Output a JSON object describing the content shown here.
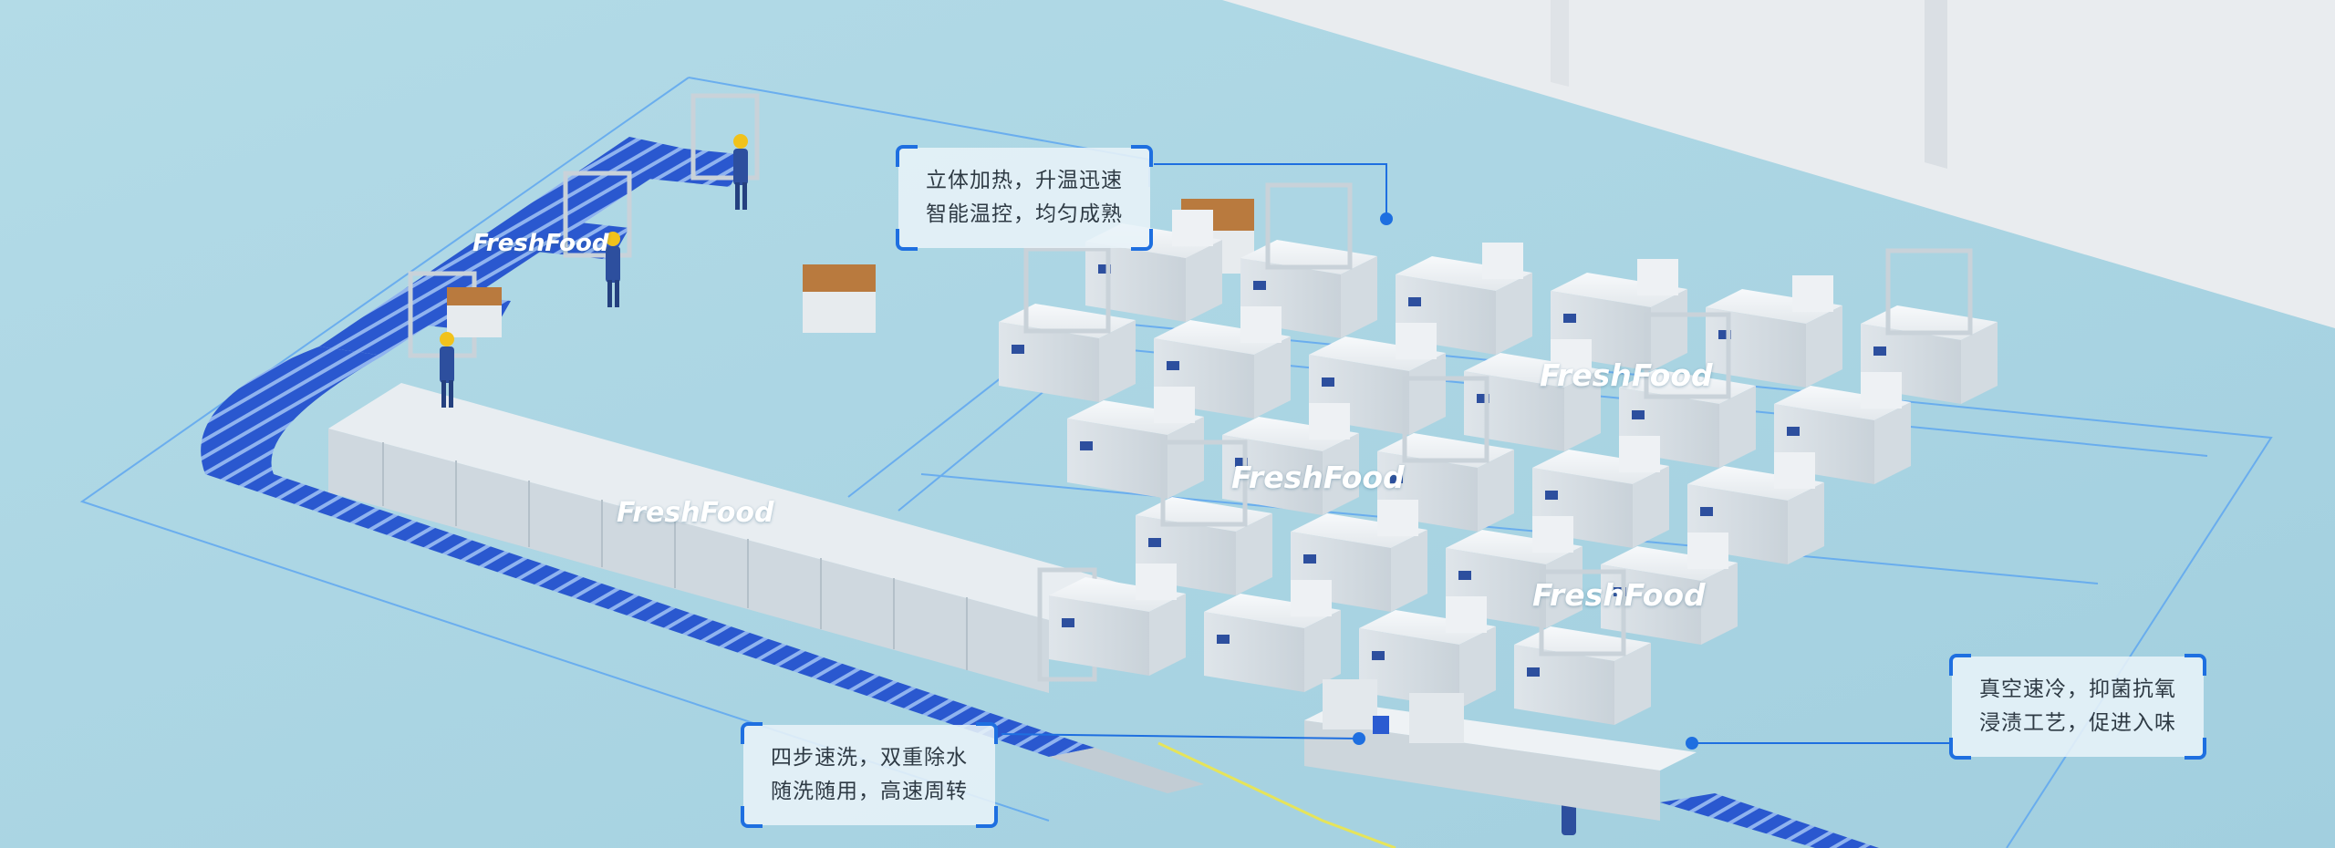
{
  "brand": {
    "logo_text": "FreshFood"
  },
  "callouts": [
    {
      "id": "heating",
      "lines": [
        "立体加热，升温迅速",
        "智能温控，均匀成熟"
      ]
    },
    {
      "id": "cooling",
      "lines": [
        "真空速冷，抑菌抗氧",
        "浸渍工艺，促进入味"
      ]
    },
    {
      "id": "washing",
      "lines": [
        "四步速洗，双重除水",
        "随洗随用，高速周转"
      ]
    }
  ],
  "colors": {
    "floor": "#a9d4e2",
    "wall": "#e9ecef",
    "conveyor": "#2b5bd1",
    "equipment": "#eef1f4",
    "outline": "#5fa7f0",
    "accent": "#1e6fe0"
  }
}
